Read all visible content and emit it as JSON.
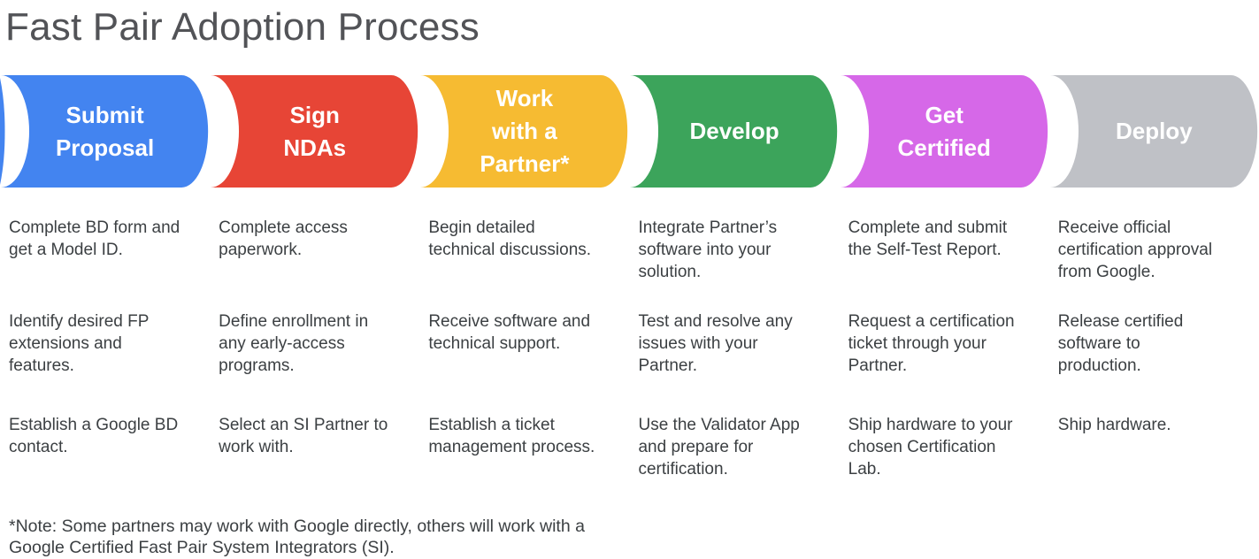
{
  "title": "Fast Pair Adoption Process",
  "text_color": "#3C4043",
  "title_color": "#525357",
  "steps": [
    {
      "label": "Submit Proposal",
      "label_lines": [
        "Submit",
        "Proposal"
      ],
      "color": "#4384F0",
      "tasks": [
        [
          "Complete BD form and",
          "get a Model ID."
        ],
        [
          "Identify desired FP",
          "extensions and",
          "features."
        ],
        [
          "Establish a Google BD",
          "contact."
        ]
      ]
    },
    {
      "label": "Sign NDAs",
      "label_lines": [
        "Sign",
        "NDAs"
      ],
      "color": "#E74536",
      "tasks": [
        [
          "Complete access",
          "paperwork."
        ],
        [
          "Define enrollment in",
          "any early-access",
          "programs."
        ],
        [
          "Select an SI Partner to",
          "work with."
        ]
      ]
    },
    {
      "label": "Work with a Partner*",
      "label_lines": [
        "Work",
        "with a",
        "Partner*"
      ],
      "color": "#F6BB32",
      "tasks": [
        [
          "Begin detailed",
          "technical discussions."
        ],
        [
          "Receive software and",
          "technical support."
        ],
        [
          "Establish a ticket",
          "management process."
        ]
      ]
    },
    {
      "label": "Develop",
      "label_lines": [
        "Develop"
      ],
      "color": "#3CA45B",
      "tasks": [
        [
          "Integrate Partner’s",
          "software into your",
          "solution."
        ],
        [
          "Test and resolve any",
          "issues with your",
          "Partner."
        ],
        [
          "Use the Validator App",
          "and prepare for",
          "certification."
        ]
      ]
    },
    {
      "label": "Get Certified",
      "label_lines": [
        "Get",
        "Certified"
      ],
      "color": "#D668E8",
      "tasks": [
        [
          "Complete and submit",
          "the Self-Test Report."
        ],
        [
          "Request a certification",
          "ticket through your",
          "Partner."
        ],
        [
          "Ship hardware to your",
          "chosen Certification",
          "Lab."
        ]
      ]
    },
    {
      "label": "Deploy",
      "label_lines": [
        "Deploy"
      ],
      "color": "#BFC1C6",
      "tasks": [
        [
          "Receive official",
          "certification approval",
          "from Google."
        ],
        [
          "Release certified",
          "software to",
          "production."
        ],
        [
          "Ship hardware."
        ]
      ]
    }
  ],
  "footnote_lines": [
    "*Note: Some partners may work with Google directly, others will work with a",
    "Google Certified Fast Pair System Integrators (SI)."
  ]
}
